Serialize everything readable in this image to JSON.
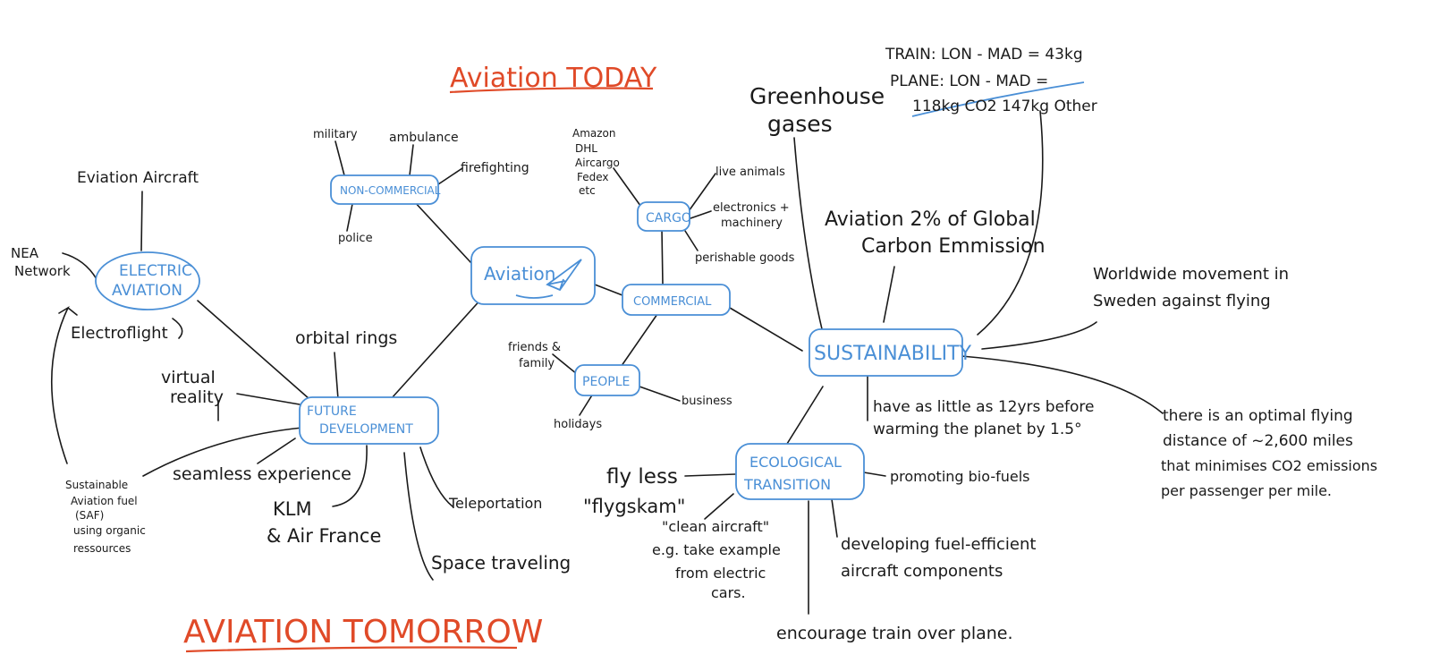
{
  "headings": {
    "today": "Aviation TODAY",
    "tomorrow": "AVIATION TOMORROW"
  },
  "center": {
    "label": "Aviation"
  },
  "noncommercial": {
    "label": "NON-COMMERCIAL",
    "items": [
      "military",
      "ambulance",
      "firefighting",
      "police"
    ]
  },
  "cargo": {
    "label": "CARGO",
    "carriers": [
      "Amazon",
      "DHL",
      "Aircargo",
      "Fedex",
      "etc"
    ],
    "items": [
      "live animals",
      "electronics +",
      "machinery",
      "perishable goods"
    ]
  },
  "commercial": {
    "label": "COMMERCIAL"
  },
  "people": {
    "label": "PEOPLE",
    "friends": [
      "friends &",
      "family"
    ],
    "business": "business",
    "holidays": "holidays"
  },
  "sustainability": {
    "label": "SUSTAINABILITY",
    "greenhouse": [
      "Greenhouse",
      "gases"
    ],
    "train_plane": [
      "TRAIN: LON - MAD = 43kg",
      "PLANE: LON - MAD =",
      "118kg CO2 147kg Other"
    ],
    "global": [
      "Aviation 2% of Global",
      "Carbon Emmission"
    ],
    "movement": [
      "Worldwide movement in",
      "Sweden against flying"
    ],
    "warming": [
      "have as little as 12yrs before",
      "warming the planet by 1.5°"
    ],
    "optimal": [
      "there is an optimal flying",
      "distance of ~2,600 miles",
      "that minimises CO2 emissions",
      "per passenger per mile."
    ]
  },
  "ecological": {
    "label": [
      "ECOLOGICAL",
      "TRANSITION"
    ],
    "fly_less": [
      "fly less",
      "\"flygskam\""
    ],
    "clean": [
      "\"clean aircraft\"",
      "e.g. take example",
      "from electric",
      "cars."
    ],
    "biofuels": "promoting bio-fuels",
    "fuel_efficient": [
      "developing fuel-efficient",
      "aircraft components"
    ],
    "train": "encourage train over plane."
  },
  "electric": {
    "label": [
      "ELECTRIC",
      "AVIATION"
    ],
    "eviation": "Eviation Aircraft",
    "nea": [
      "NEA",
      "Network"
    ],
    "electroflight": "Electroflight"
  },
  "future": {
    "label": [
      "FUTURE",
      "DEVELOPMENT"
    ],
    "orbital": "orbital rings",
    "vr": [
      "virtual",
      "reality"
    ],
    "saf": [
      "Sustainable",
      "Aviation fuel",
      "(SAF)",
      "using organic",
      "ressources"
    ],
    "seamless": "seamless experience",
    "klm": [
      "KLM",
      "& Air France"
    ],
    "teleport": "Teleportation",
    "space": "Space traveling"
  },
  "colors": {
    "ink": "#1a1a1a",
    "accent": "#4a8fd6",
    "heading": "#e04a28"
  }
}
